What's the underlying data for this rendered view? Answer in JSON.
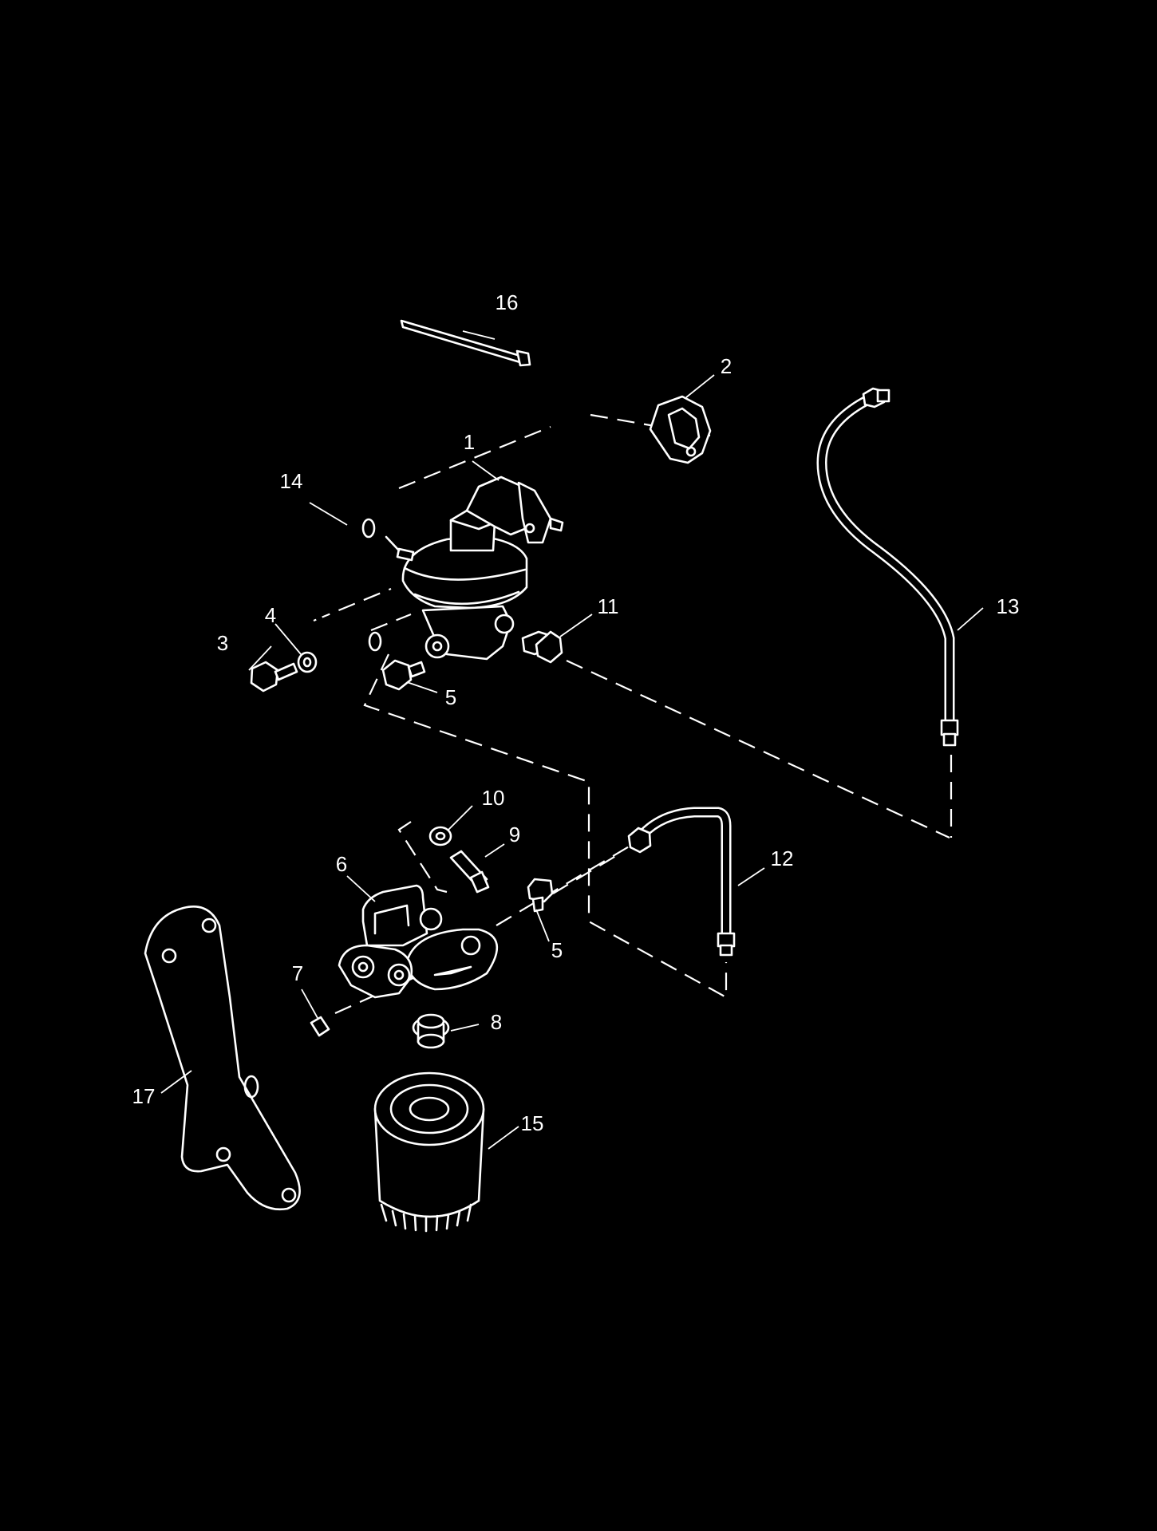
{
  "diagram": {
    "background_color": "#000000",
    "line_color": "#ffffff",
    "callouts": [
      {
        "id": "c1",
        "text": "1"
      },
      {
        "id": "c2",
        "text": "2"
      },
      {
        "id": "c3",
        "text": "3"
      },
      {
        "id": "c4",
        "text": "4"
      },
      {
        "id": "c5a",
        "text": "5"
      },
      {
        "id": "c5b",
        "text": "5"
      },
      {
        "id": "c6",
        "text": "6"
      },
      {
        "id": "c7",
        "text": "7"
      },
      {
        "id": "c8",
        "text": "8"
      },
      {
        "id": "c9",
        "text": "9"
      },
      {
        "id": "c10",
        "text": "10"
      },
      {
        "id": "c11",
        "text": "11"
      },
      {
        "id": "c12",
        "text": "12"
      },
      {
        "id": "c13",
        "text": "13"
      },
      {
        "id": "c14",
        "text": "14"
      },
      {
        "id": "c15",
        "text": "15"
      },
      {
        "id": "c16",
        "text": "16"
      },
      {
        "id": "c17",
        "text": "17"
      }
    ]
  }
}
